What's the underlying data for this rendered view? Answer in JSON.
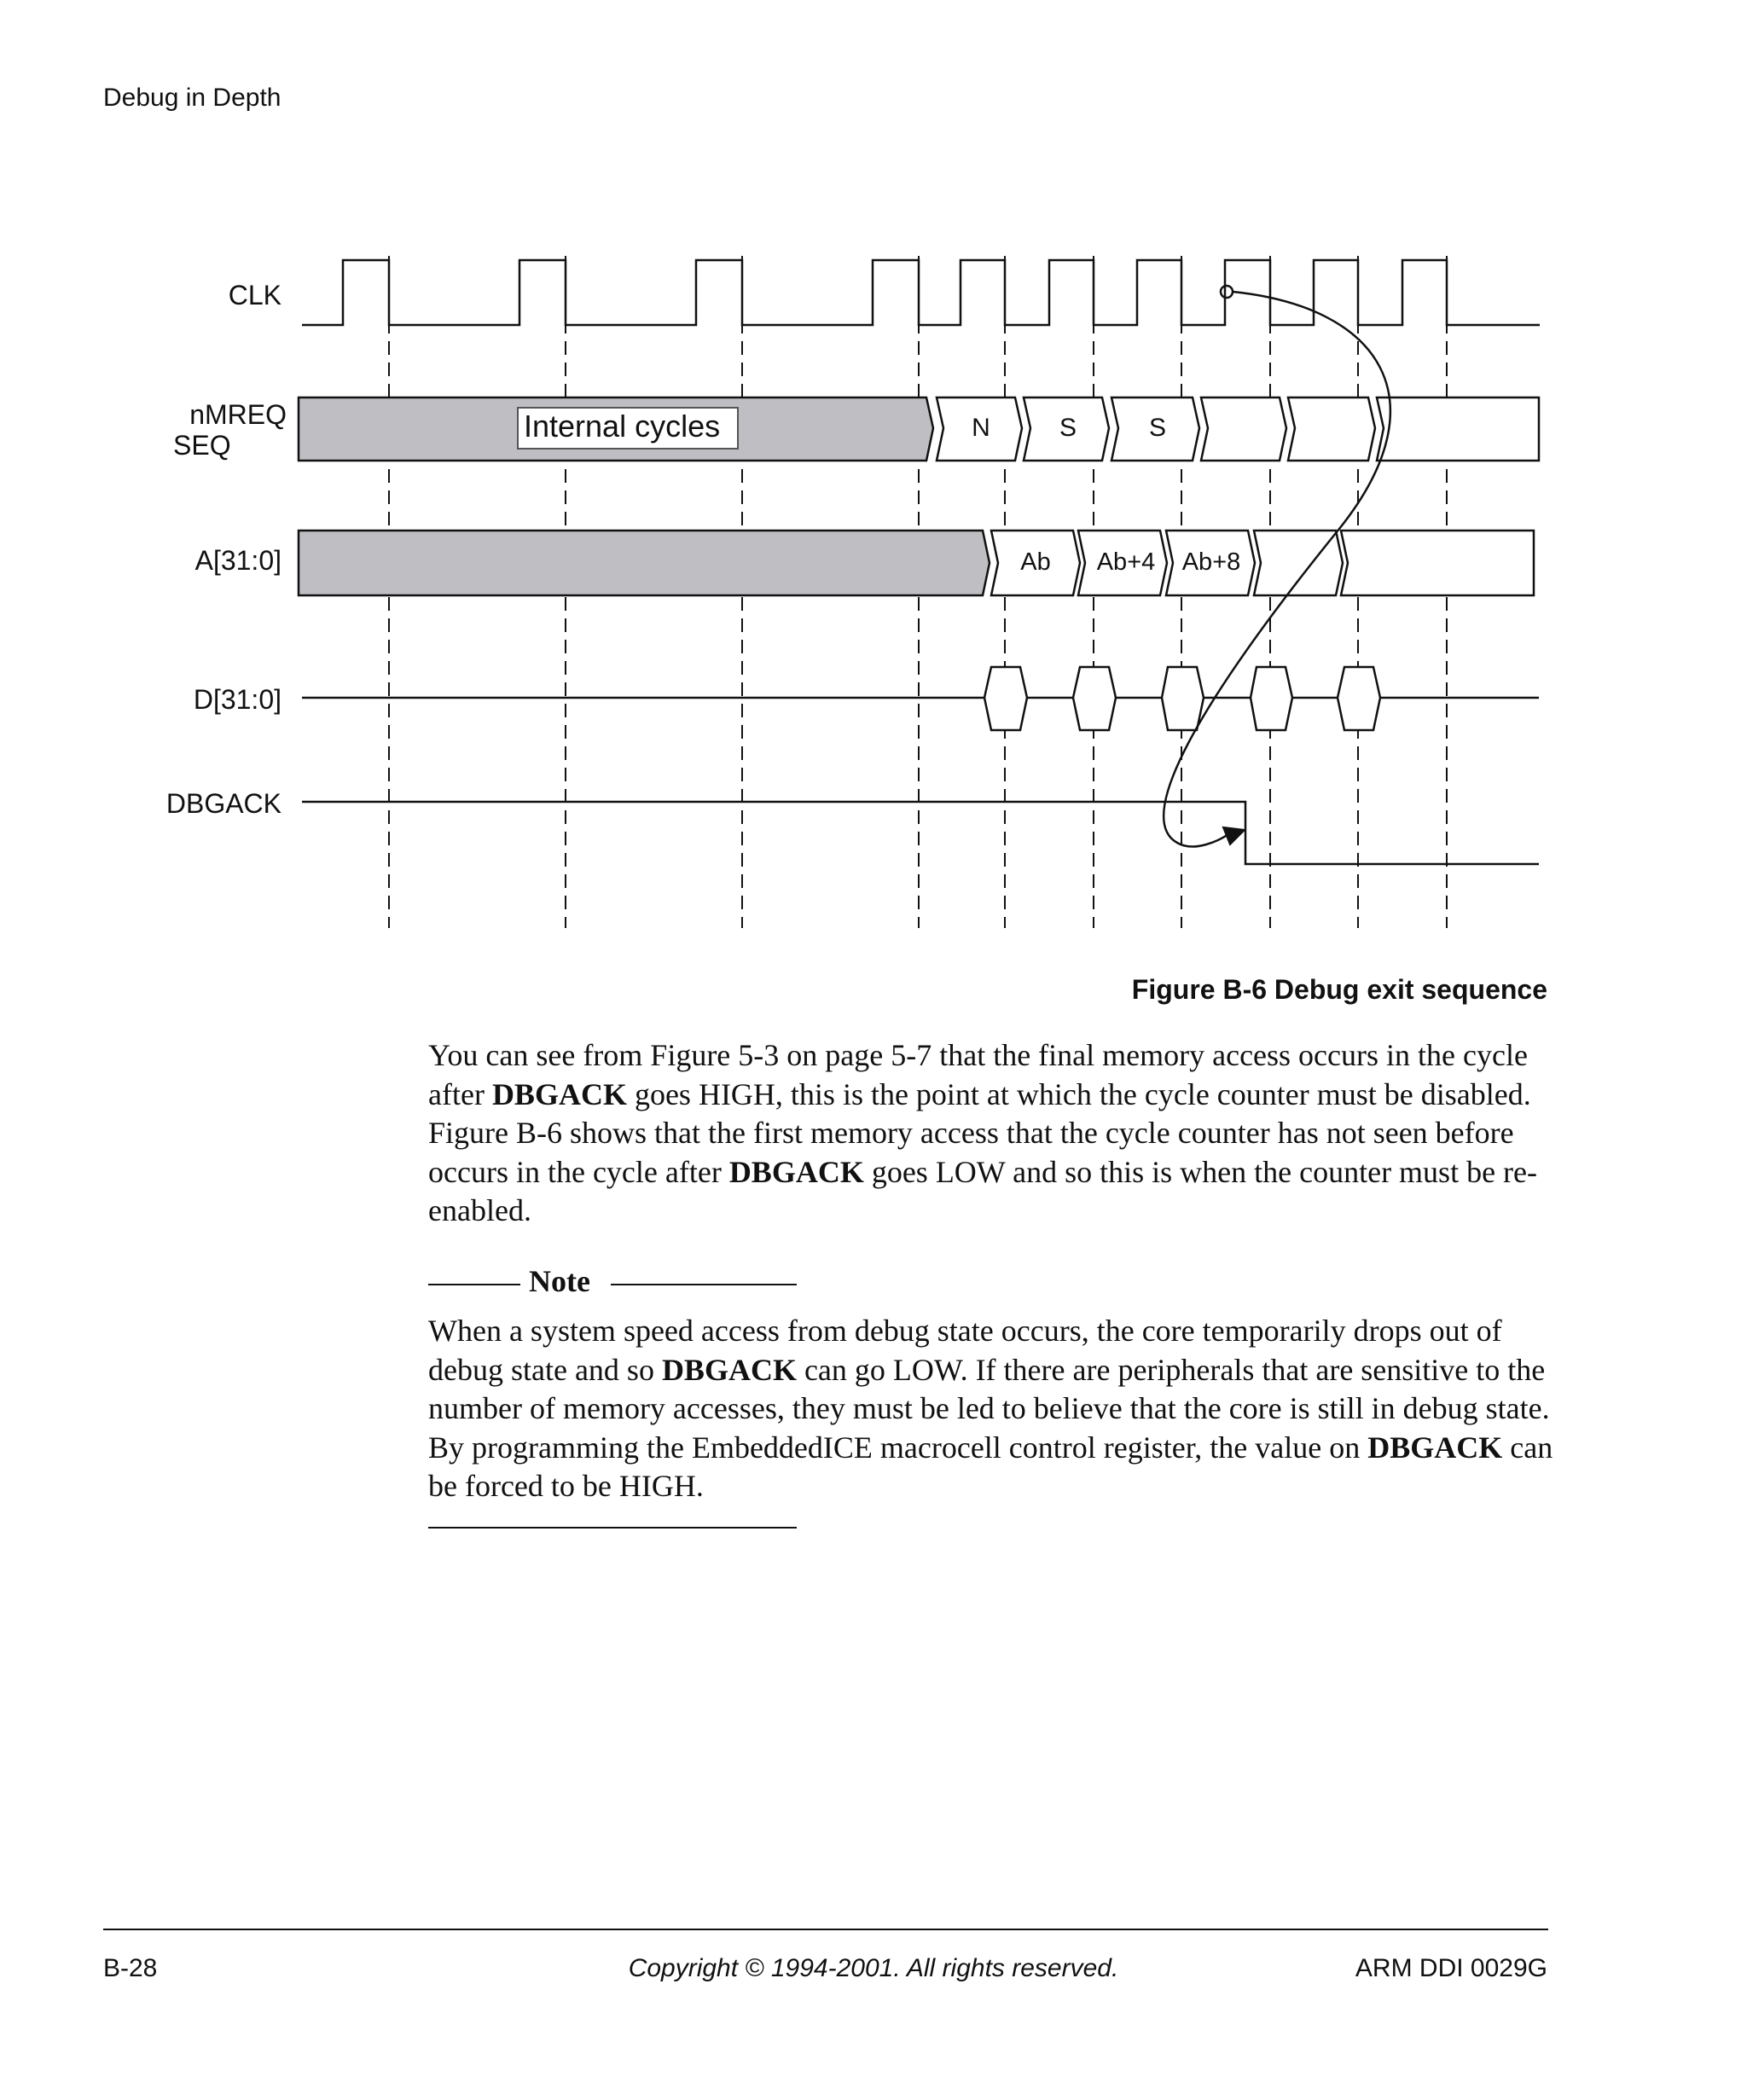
{
  "header": {
    "section": "Debug in Depth"
  },
  "diagram": {
    "signals": [
      "CLK",
      "nMREQ",
      "SEQ",
      "A[31:0]",
      "D[31:0]",
      "DBGACK"
    ],
    "internal_label": "Internal cycles",
    "nmreq_cells": [
      "N",
      "S",
      "S"
    ],
    "addr_cells": [
      "Ab",
      "Ab+4",
      "Ab+8"
    ]
  },
  "figure": {
    "caption": "Figure B-6 Debug exit sequence"
  },
  "body": {
    "p1_a": "You can see from Figure 5-3 on page 5-7 that the final memory access occurs in the cycle after ",
    "p1_b": "DBGACK",
    "p1_c": " goes HIGH, this is the point at which the cycle counter must be disabled. Figure B-6 shows that the first memory access that the cycle counter has not seen before occurs in the cycle after ",
    "p1_d": "DBGACK",
    "p1_e": " goes LOW and so this is when the counter must be re-enabled."
  },
  "note": {
    "heading": "Note",
    "t1": "When a system speed access from debug state occurs, the core temporarily drops out of debug state and so ",
    "t2": "DBGACK",
    "t3": " can go LOW. If there are peripherals that are sensitive to the number of memory accesses, they must be led to believe that the core is still in debug state. By programming the EmbeddedICE macrocell control register, the value on ",
    "t4": "DBGACK",
    "t5": " can be forced to be HIGH."
  },
  "footer": {
    "page": "B-28",
    "copyright": "Copyright © 1994-2001. All rights reserved.",
    "doc_id": "ARM DDI 0029G"
  }
}
